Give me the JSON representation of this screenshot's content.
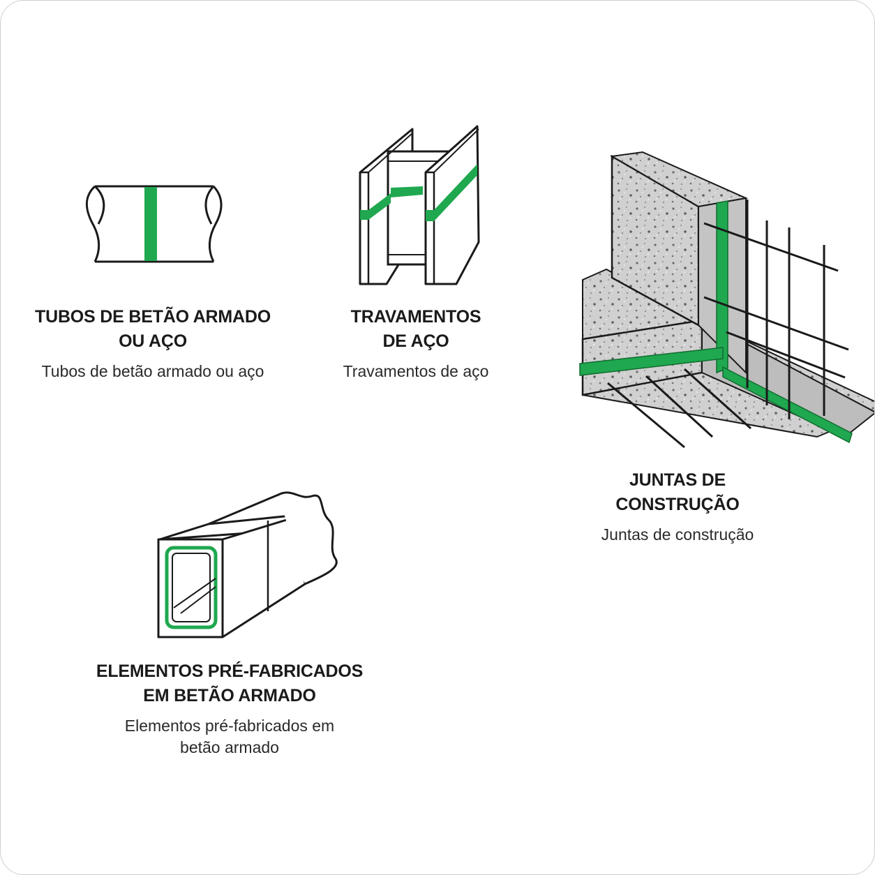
{
  "colors": {
    "accent_green": "#1fa84f",
    "outline": "#1a1a1a",
    "concrete": "#cfd0cf",
    "background": "#ffffff"
  },
  "items": [
    {
      "title_lines": [
        "TUBOS DE BETÃO ARMADO",
        "OU AÇO"
      ],
      "description": "Tubos de betão armado ou aço",
      "icon": "pipe-with-waterstop-icon"
    },
    {
      "title_lines": [
        "TRAVAMENTOS",
        "DE AÇO"
      ],
      "description": "Travamentos de aço",
      "icon": "steel-h-beam-icon"
    },
    {
      "title_lines": [
        "JUNTAS DE",
        "CONSTRUÇÃO"
      ],
      "description": "Juntas de construção",
      "icon": "construction-joint-icon"
    },
    {
      "title_lines": [
        "ELEMENTOS PRÉ-FABRICADOS",
        "EM BETÃO ARMADO"
      ],
      "description_lines": [
        "Elementos pré-fabricados em",
        "betão armado"
      ],
      "icon": "precast-box-culvert-icon"
    }
  ]
}
